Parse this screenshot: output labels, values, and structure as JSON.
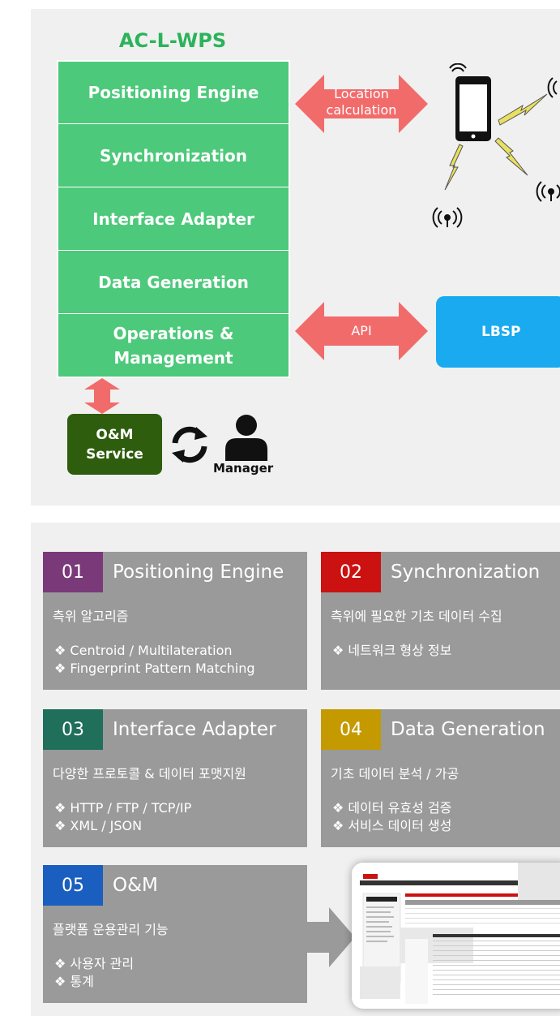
{
  "architecture": {
    "title": "AC-L-WPS",
    "layers": [
      "Positioning Engine",
      "Synchronization",
      "Interface Adapter",
      "Data Generation",
      "Operations & Management"
    ],
    "location_arrow_label": "Location calculation",
    "api_arrow_label": "API",
    "lbsp_label": "LBSP",
    "om_service_label": "O&M Service",
    "manager_label": "Manager"
  },
  "modules": [
    {
      "num": "01",
      "title": "Positioning Engine",
      "desc": "측위 알고리즘",
      "bullets": [
        "❖ Centroid / Multilateration",
        "❖ Fingerprint Pattern Matching"
      ],
      "color": "#7a3a7a"
    },
    {
      "num": "02",
      "title": "Synchronization",
      "desc": "측위에 필요한 기초 데이터 수집",
      "bullets": [
        "❖ 네트워크 형상 정보"
      ],
      "color": "#cc1111"
    },
    {
      "num": "03",
      "title": "Interface Adapter",
      "desc": "다양한 프로토콜 & 데이터 포맷지원",
      "bullets": [
        "❖ HTTP / FTP / TCP/IP",
        "❖ XML / JSON"
      ],
      "color": "#1f6f5a"
    },
    {
      "num": "04",
      "title": "Data Generation",
      "desc": "기초 데이터 분석 / 가공",
      "bullets": [
        "❖ 데이터 유효성 검증",
        "❖ 서비스 데이터 생성"
      ],
      "color": "#c49a00"
    },
    {
      "num": "05",
      "title": "O&M",
      "desc": "플랫폼 운용관리 기능",
      "bullets": [
        "❖ 사용자 관리",
        "❖ 통계"
      ],
      "color": "#1a5fbf"
    }
  ],
  "colors": {
    "stack": "#4cc97a",
    "arrow": "#f26b6b",
    "lbsp": "#1aaaf0",
    "om": "#2f5d0e",
    "card": "#9a9a9a"
  },
  "icons": [
    "smartphone-icon",
    "antenna-icon",
    "lightning-icon",
    "sync-icon",
    "person-icon",
    "screenshot-thumbnail"
  ]
}
